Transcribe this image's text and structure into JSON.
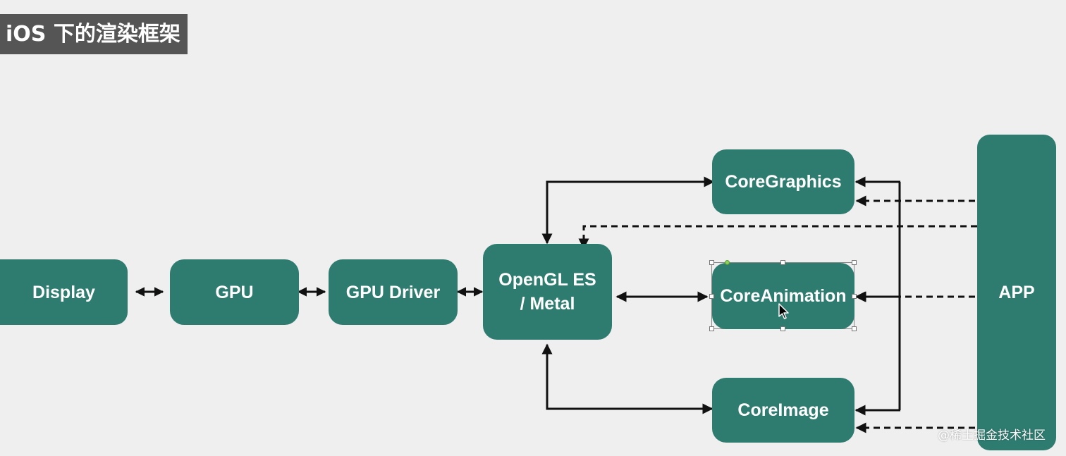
{
  "title": "iOS 下的渲染框架",
  "nodes": {
    "display": "Display",
    "gpu": "GPU",
    "gpu_driver": "GPU Driver",
    "opengl_metal": "OpenGL ES\n/ Metal",
    "core_graphics": "CoreGraphics",
    "core_animation": "CoreAnimation",
    "core_image": "CoreImage",
    "app": "APP"
  },
  "watermark": "@稀土掘金技术社区",
  "colors": {
    "background": "#efefef",
    "node_fill": "#2e7b6f",
    "node_text": "#ffffff",
    "title_fill": "#555555",
    "arrow": "#111111"
  }
}
